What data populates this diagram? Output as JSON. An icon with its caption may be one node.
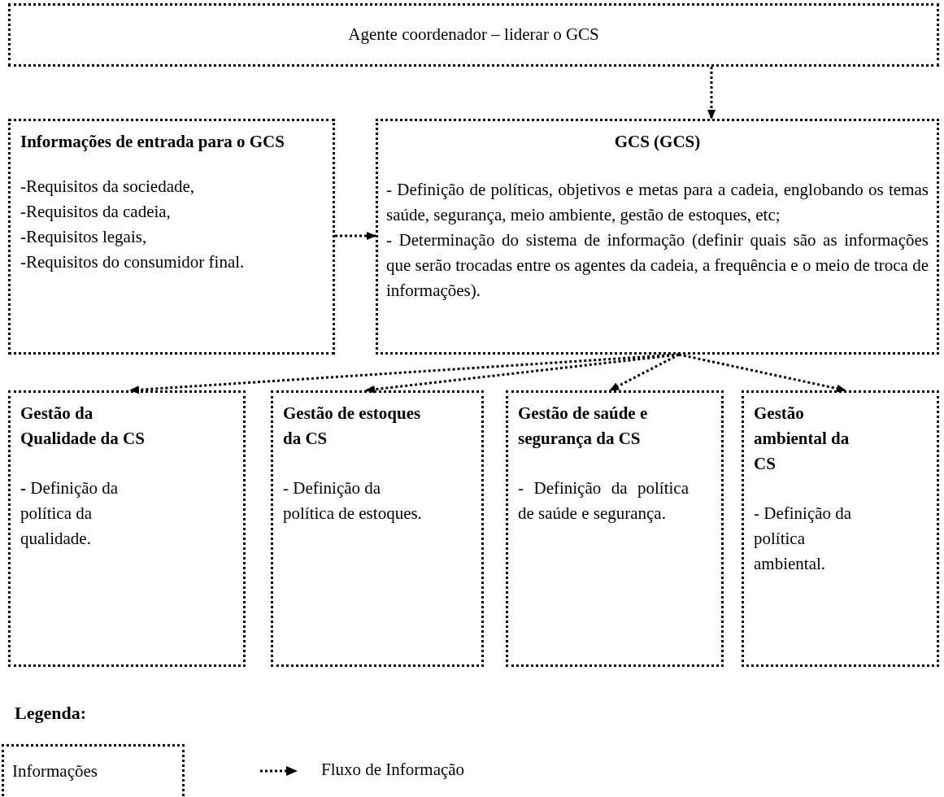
{
  "diagram": {
    "nodes": [
      {
        "text": [
          "Agente coordenador – liderar o GCS"
        ]
      },
      {
        "text": [
          "Informações de entrada para o GCS",
          "-Requisitos da sociedade,",
          "-Requisitos da cadeia,",
          "-Requisitos legais,",
          "-Requisitos do consumidor final."
        ]
      },
      {
        "text": [
          "GCS (GCS)",
          "- Definição de políticas, objetivos e metas para a cadeia, englobando os temas saúde, segurança, meio ambiente, gestão de estoques, etc;",
          "- Determinação do sistema de informação (definir quais são as informações que serão trocadas entre os agentes da cadeia, a frequência e o meio de troca de informações)."
        ]
      },
      {
        "text": [
          "Gestão da Qualidade da CS",
          "**-** Definição da política da qualidade."
        ]
      },
      {
        "text": [
          "Gestão de estoques da CS",
          "- Definição da política de estoques."
        ]
      },
      {
        "text": [
          "Gestão de saúde e segurança da CS",
          "- Definição da política de saúde e segurança."
        ]
      },
      {
        "text": [
          "Gestão ambiental da CS",
          "- Definição da política ambiental."
        ]
      }
    ],
    "edges": [
      {
        "from": 0,
        "to": 2,
        "arrow": "to"
      },
      {
        "from": 1,
        "to": 2,
        "arrow": "to"
      },
      {
        "from": 2,
        "to": 3,
        "arrow": "to"
      },
      {
        "from": 2,
        "to": 4,
        "arrow": "to"
      },
      {
        "from": 2,
        "to": 5,
        "arrow": "to"
      },
      {
        "from": 2,
        "to": 6,
        "arrow": "to"
      }
    ],
    "labels": [
      "Legenda:"
    ],
    "legend": [
      {
        "text": "Informações"
      },
      {
        "text": "Fluxo de Informação"
      }
    ]
  }
}
